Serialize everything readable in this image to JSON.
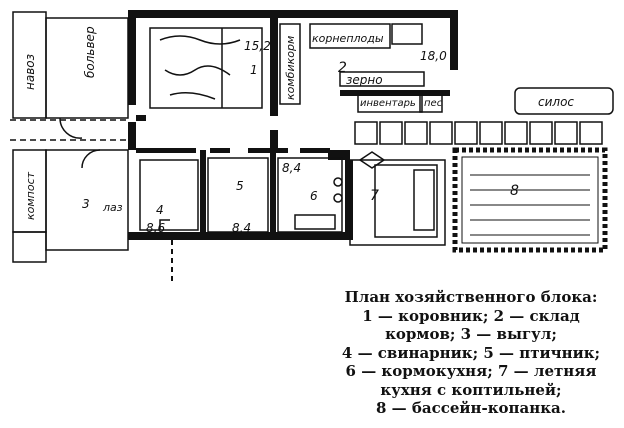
{
  "labels": {
    "navoz": "навоз",
    "bolver": "больвер",
    "kompost": "компост",
    "kombikorm": "комбикорм",
    "korneplody": "корнеплоды",
    "zerno": "зерно",
    "inventar": "инвентарь",
    "pes": "пес",
    "silos": "силос",
    "laz": "лаз"
  },
  "room_numbers": {
    "r1": "1",
    "r2": "2",
    "r3": "3",
    "r4": "4",
    "r5": "5",
    "r6": "6",
    "r7": "7",
    "r8": "8"
  },
  "areas": {
    "a1": "15,2",
    "a2": "18,0",
    "a4": "8,6",
    "a5": "8,4",
    "a6": "8,4"
  },
  "caption": {
    "line1": "План хозяйственного блока:",
    "line2": "1 — коровник; 2 — склад",
    "line3": "кормов; 3 — выгул;",
    "line4": "4 — свинарник; 5 — птичник;",
    "line5": "6 — кормокухня; 7 — летняя",
    "line6": "кухня с коптильней;",
    "line7": "8 — бассейн-копанка."
  }
}
